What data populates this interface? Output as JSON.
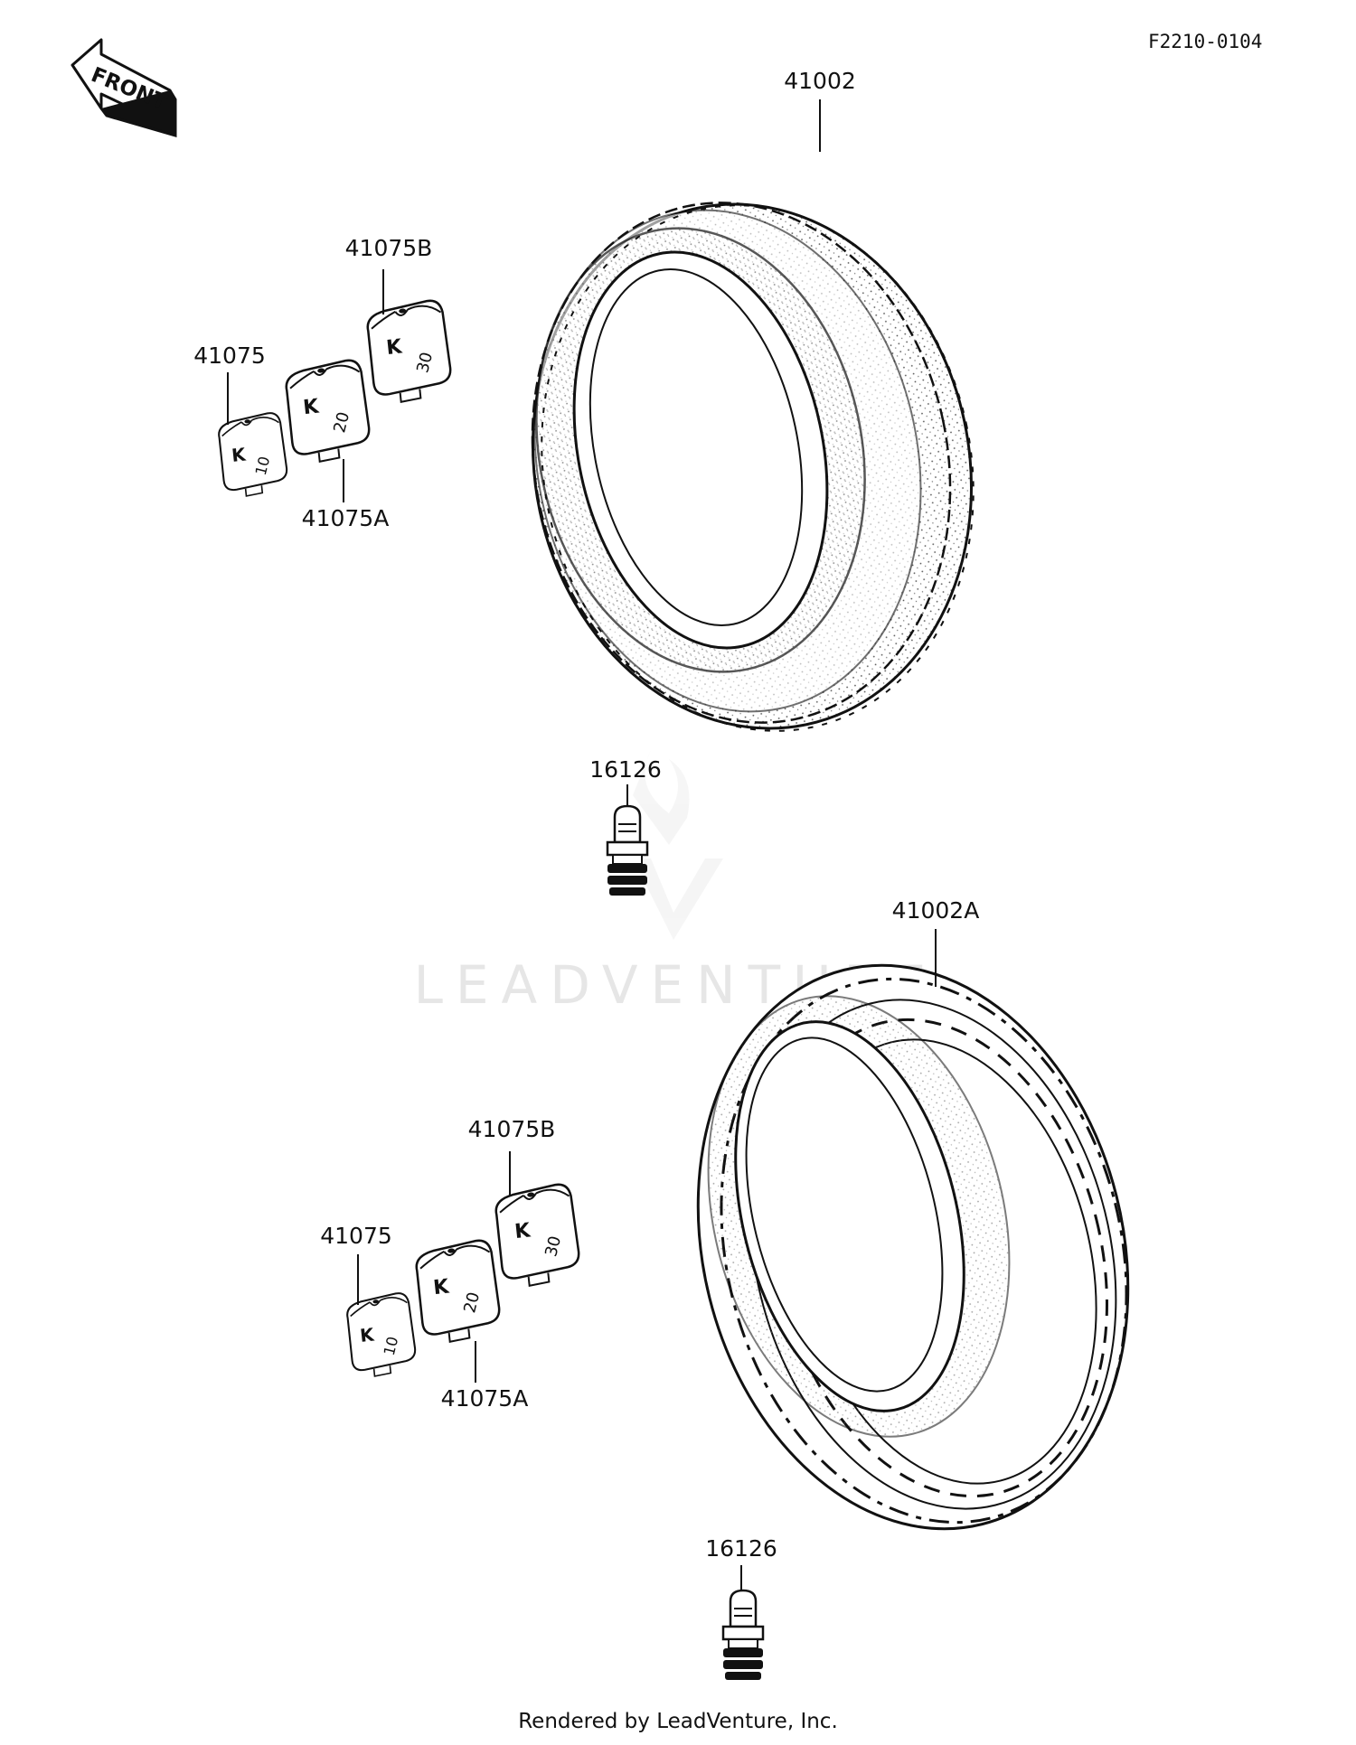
{
  "diagram": {
    "code": "F2210-0104",
    "front_arrow_label": "FRONT",
    "watermark": "LEADVENTURE",
    "footer": "Rendered by LeadVenture, Inc.",
    "weight_marks": {
      "brand": "K",
      "w10": "10",
      "w20": "20",
      "w30": "30"
    },
    "upper": {
      "tire": "41002",
      "weight_b": "41075B",
      "weight": "41075",
      "weight_a": "41075A",
      "valve": "16126"
    },
    "lower": {
      "tire": "41002A",
      "weight_b": "41075B",
      "weight": "41075",
      "weight_a": "41075A",
      "valve": "16126"
    }
  },
  "colors": {
    "ink": "#111111",
    "watermark": "#e6e6e6",
    "background": "#ffffff"
  }
}
